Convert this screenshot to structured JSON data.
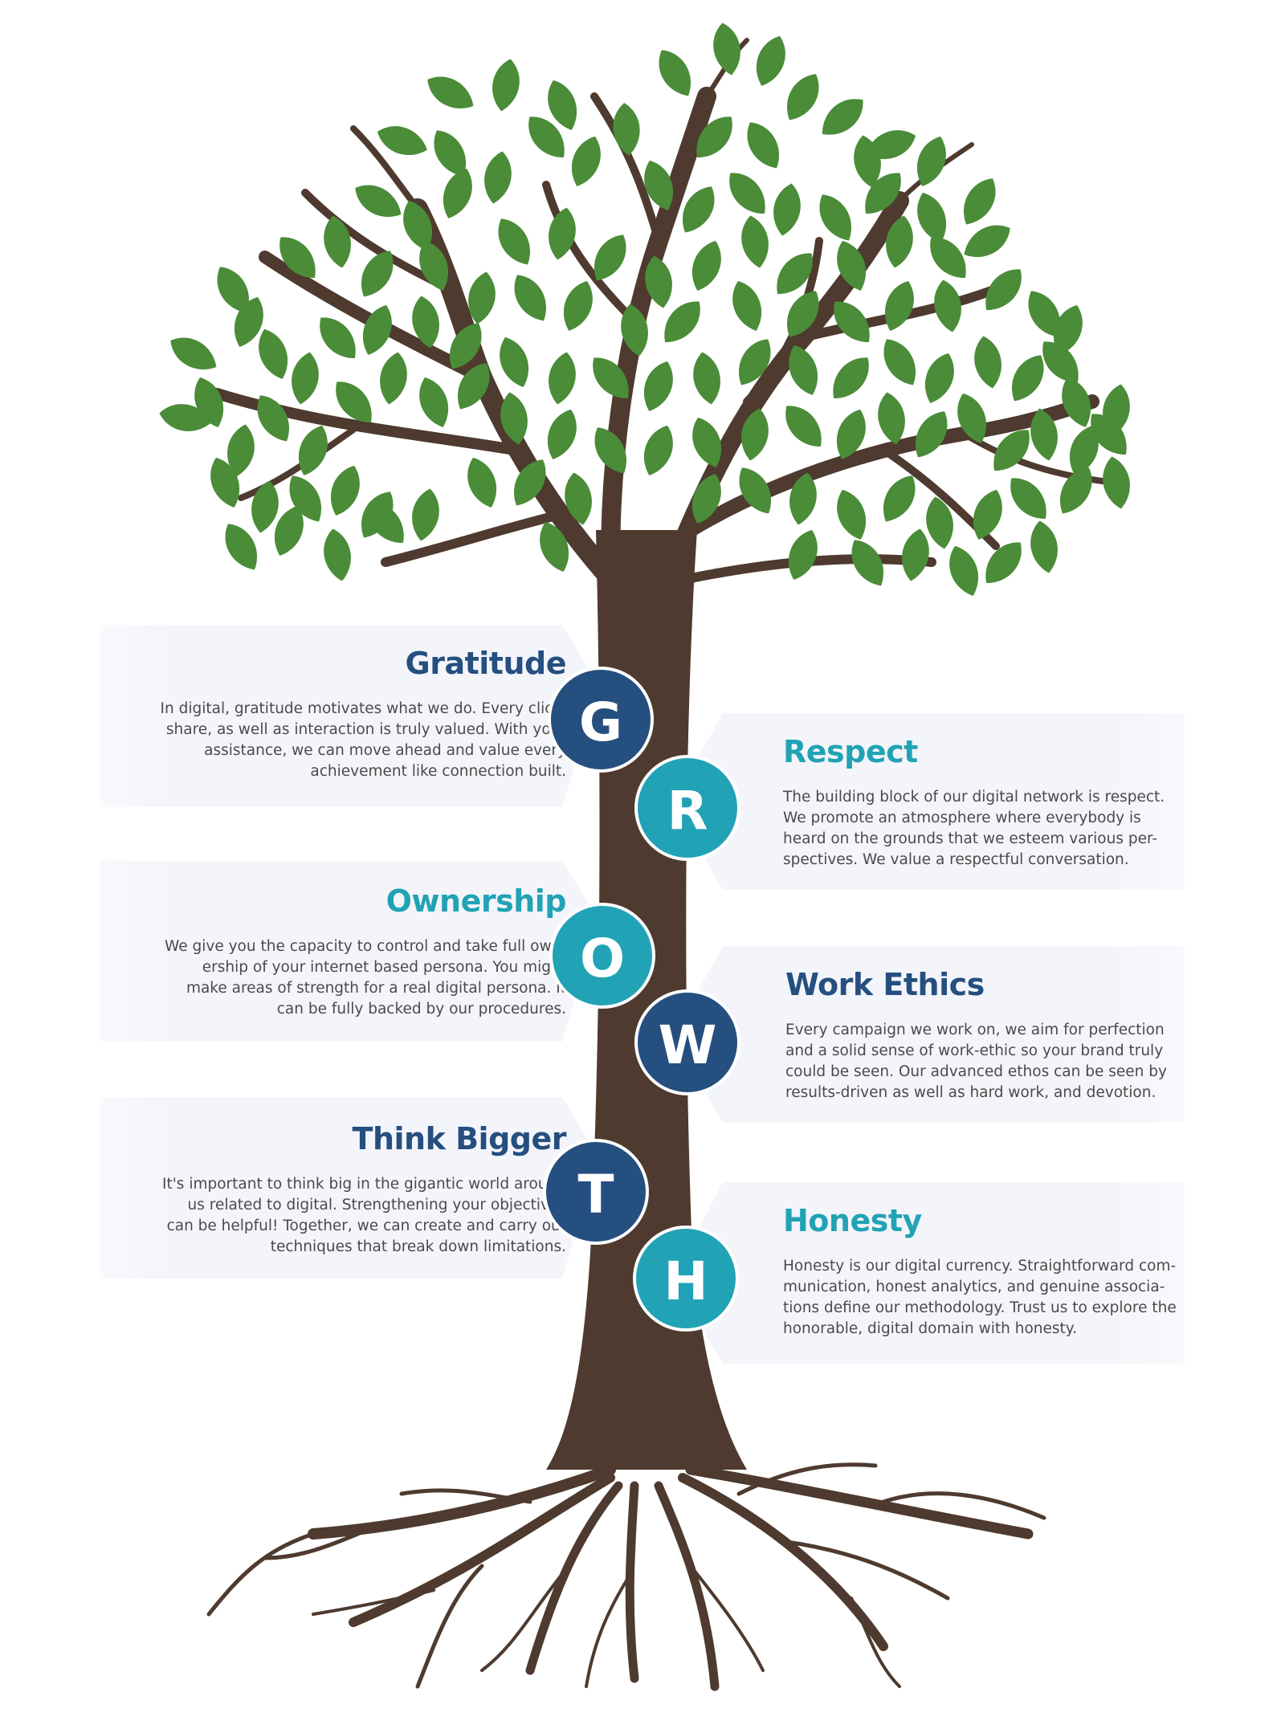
{
  "colors": {
    "navy": "#254f7f",
    "teal": "#21a3b5",
    "trunk": "#4e3a2e",
    "leaf": "#4a8c38",
    "panel": "#f3f5fa"
  },
  "letters": [
    {
      "letter": "G",
      "color": "#254f7f"
    },
    {
      "letter": "R",
      "color": "#21a3b5"
    },
    {
      "letter": "O",
      "color": "#21a3b5"
    },
    {
      "letter": "W",
      "color": "#254f7f"
    },
    {
      "letter": "T",
      "color": "#254f7f"
    },
    {
      "letter": "H",
      "color": "#21a3b5"
    }
  ],
  "values": [
    {
      "title": "Gratitude",
      "color": "#254f7f",
      "lines": [
        "In digital, gratitude motivates what we do. Every click,",
        "share, as well as interaction is truly valued. With your",
        "assistance, we can move ahead and value every",
        "achievement like connection built."
      ]
    },
    {
      "title": "Respect",
      "color": "#21a3b5",
      "lines": [
        "The building block of our digital network is respect.",
        "We promote an atmosphere where everybody is",
        "heard on the grounds that we esteem various per-",
        "spectives. We value a respectful conversation."
      ]
    },
    {
      "title": "Ownership",
      "color": "#21a3b5",
      "lines": [
        "We give you the capacity to control and take full own-",
        "ership of your internet based persona. You might",
        "make areas of strength for a real digital persona. It",
        "can be fully backed by our procedures."
      ]
    },
    {
      "title": "Work Ethics",
      "color": "#254f7f",
      "lines": [
        "Every campaign we work on, we aim for perfection",
        "and a solid sense of work-ethic so your brand truly",
        "could be seen. Our advanced ethos can be seen by",
        "results-driven as well as hard work, and devotion."
      ]
    },
    {
      "title": "Think Bigger",
      "color": "#254f7f",
      "lines": [
        "It's important to think big in the gigantic world around",
        "us related to digital. Strengthening your objectives",
        "can be helpful! Together, we can create and carry out",
        "techniques that break down limitations."
      ]
    },
    {
      "title": "Honesty",
      "color": "#21a3b5",
      "lines": [
        "Honesty is our digital currency. Straightforward com-",
        "munication, honest analytics, and genuine associa-",
        "tions define our methodology. Trust us to explore the",
        "honorable, digital domain with honesty."
      ]
    }
  ]
}
